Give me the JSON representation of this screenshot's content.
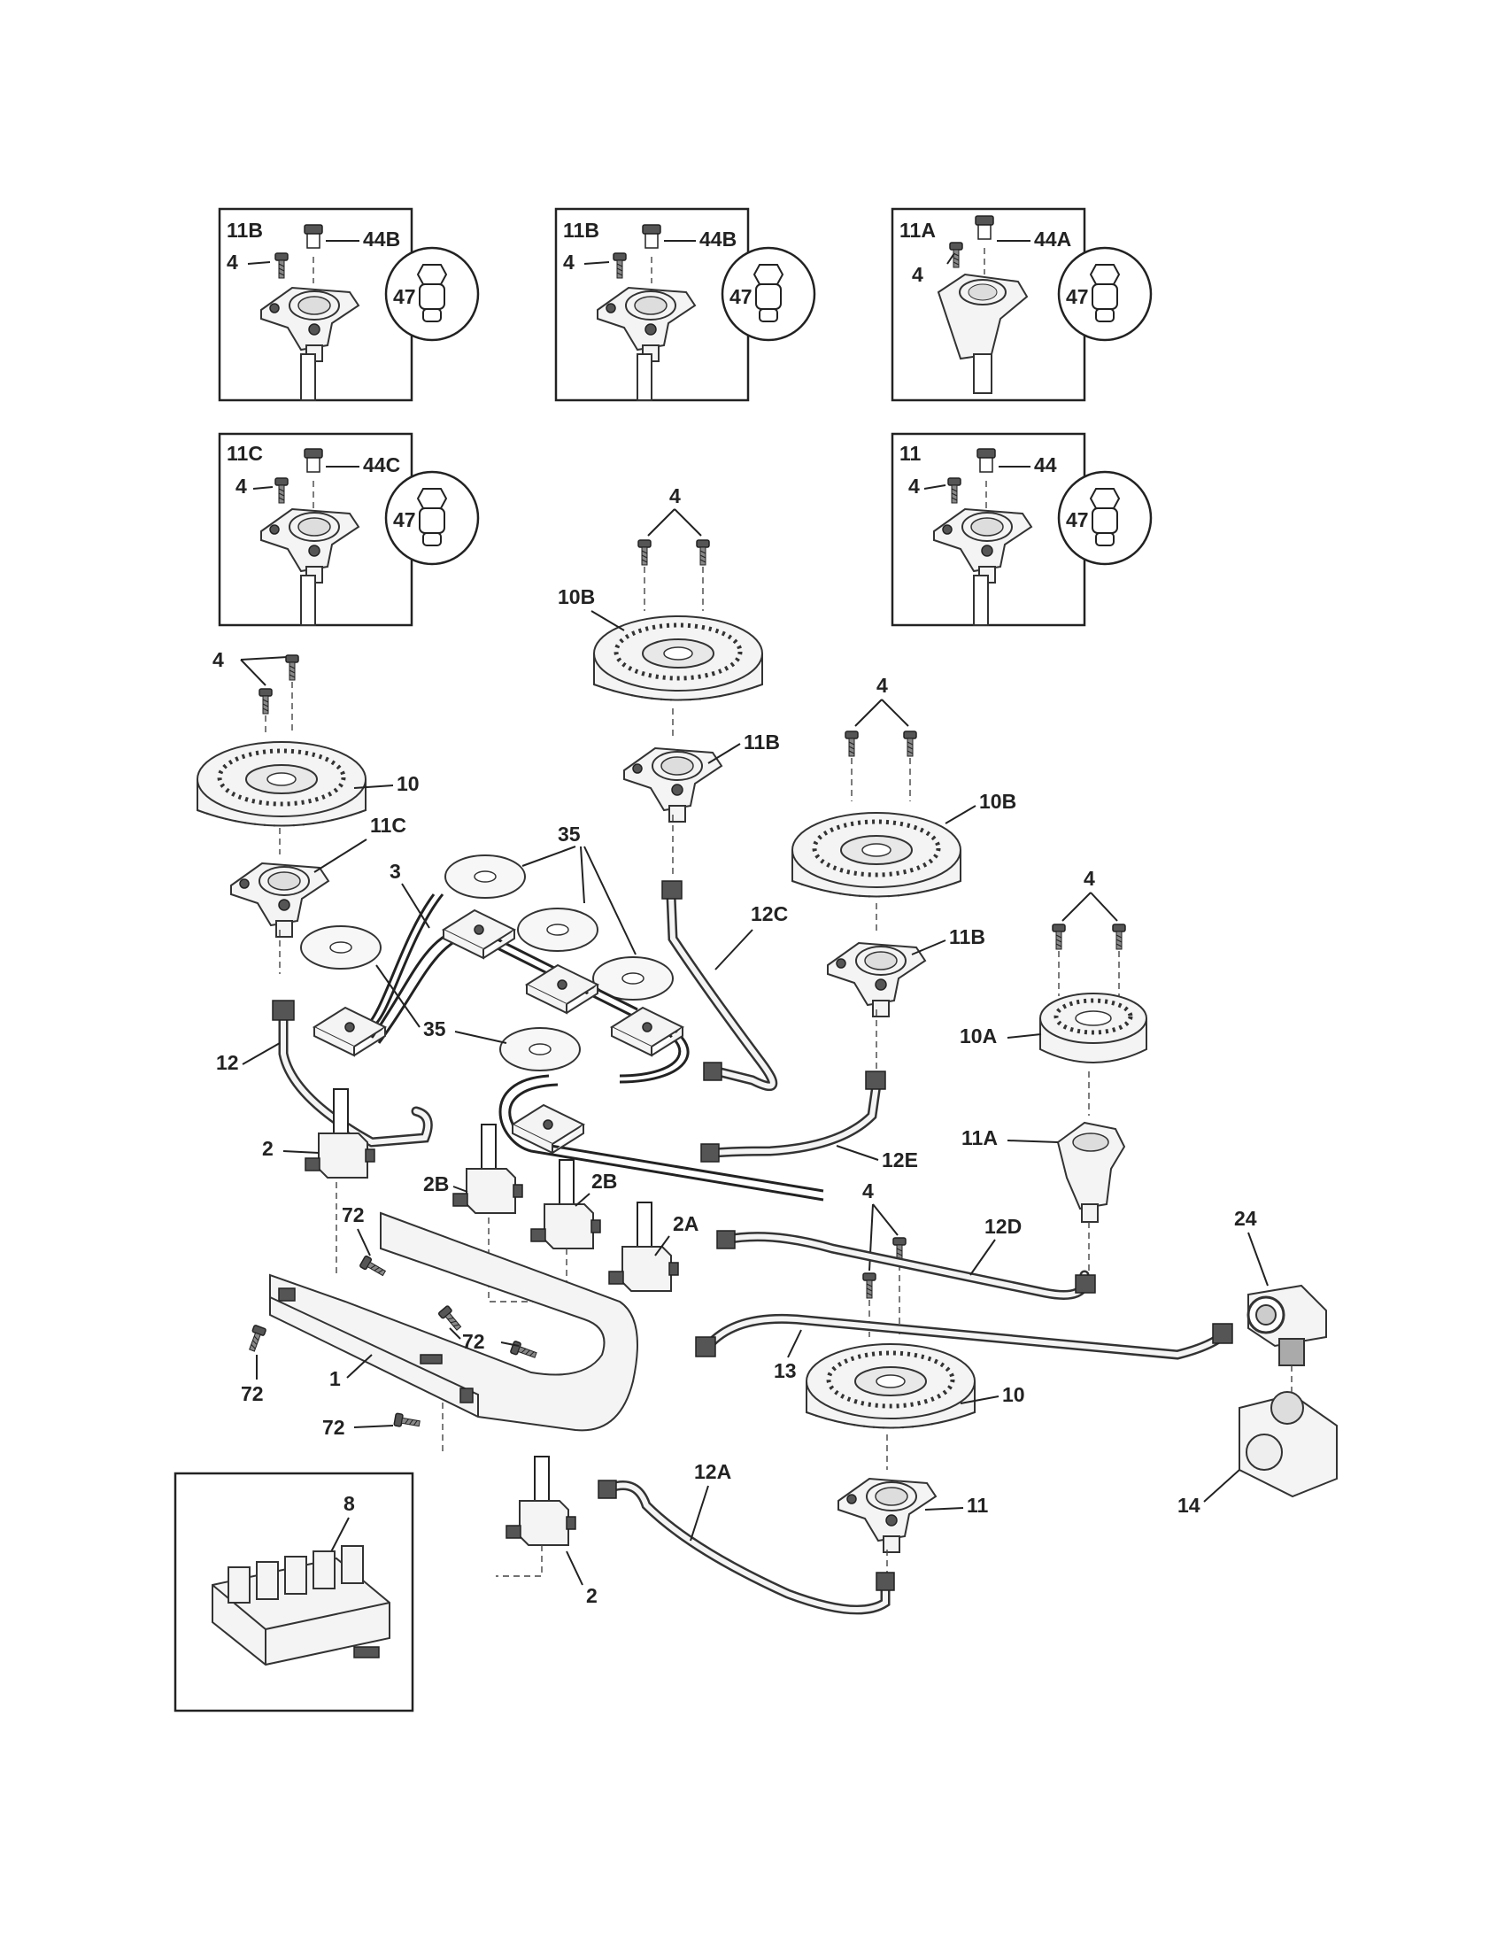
{
  "diagram": {
    "part_numbers": {
      "manifold": "1",
      "valve": "2",
      "valve_a": "2A",
      "valve_b": "2B",
      "harness": "3",
      "screw": "4",
      "ignitor_module": "8",
      "burner_head": "10",
      "burner_head_a": "10A",
      "burner_head_b": "10B",
      "burner_base": "11",
      "burner_base_a": "11A",
      "burner_base_b": "11B",
      "burner_base_c": "11C",
      "tube": "12",
      "tube_a": "12A",
      "tube_c": "12C",
      "tube_d": "12D",
      "tube_e": "12E",
      "supply_tube": "13",
      "regulator": "14",
      "elbow": "24",
      "electrode": "35",
      "orifice": "44",
      "orifice_a": "44A",
      "orifice_b": "44B",
      "orifice_c": "44C",
      "orifice_detail": "47",
      "bracket_screw": "72"
    }
  }
}
